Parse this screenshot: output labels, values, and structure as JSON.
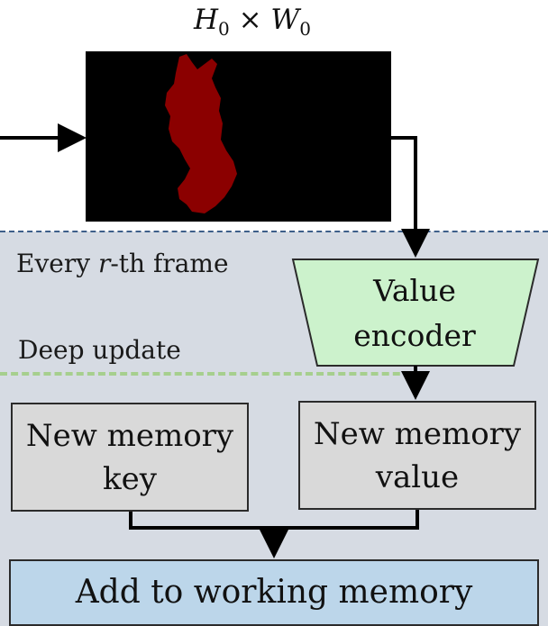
{
  "header": {
    "base": "H",
    "sub": "0",
    "times": " × ",
    "base2": "W",
    "sub2": "0"
  },
  "labels": {
    "every_r_prefix": "Every ",
    "every_r_var": "r",
    "every_r_suffix": "-th frame",
    "deep_update": "Deep update"
  },
  "value_encoder": {
    "line1": "Value",
    "line2": "encoder"
  },
  "new_memory_key": {
    "line1": "New memory",
    "line2": "key"
  },
  "new_memory_value": {
    "line1": "New memory",
    "line2": "value"
  },
  "add_to_memory": {
    "label": "Add to working memory"
  },
  "colors": {
    "region_background": "#d6dbe3",
    "top_divider": "#3e5f8a",
    "deep_update_divider": "#a6cf8e",
    "encoder_fill": "#ccf2cc",
    "box_fill": "#d9d9d9",
    "add_box_fill": "#bcd6ea",
    "mask_color": "#8b0000"
  }
}
